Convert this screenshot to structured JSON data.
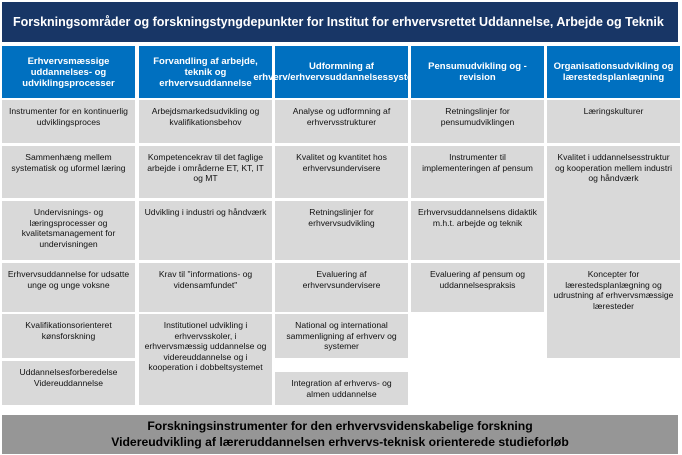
{
  "title": "Forskningsområder og forskningstyngdepunkter for Institut for erhvervsrettet Uddannelse, Arbejde og Teknik",
  "columns": [
    {
      "heading": "Erhvervsmæssige uddannelses- og udviklingsprocesser",
      "items": [
        "Instrumenter for en kontinuerlig udviklingsproces",
        "Sammenhæng mellem systematisk og uformel læring",
        "Undervisnings- og læringsprocesser og kvalitetsmanagement for undervisningen",
        "Erhvervsuddannelse for udsatte unge og unge voksne",
        "Kvalifikationsorienteret kønsforskning",
        "Uddannelsesforberedelse Videreuddannelse"
      ]
    },
    {
      "heading": "Forvandling af arbejde, teknik og erhvervsuddannelse",
      "items": [
        "Arbejdsmarkedsudvikling og kvalifikationsbehov",
        "Kompetencekrav til det faglige arbejde i områderne ET, KT, IT og MT",
        "Udvikling i industri og håndværk",
        "Krav til \"informations- og vidensamfundet\"",
        "Institutionel udvikling i erhvervsskoler, i erhvervsmæssig uddannelse og videreuddannelse og i kooperation i dobbeltsystemet"
      ]
    },
    {
      "heading": "Udformning af erhverv/erhvervsuddannelsessystemer",
      "items": [
        "Analyse og udformning af erhvervsstrukturer",
        "Kvalitet og kvantitet hos erhvervsundervisere",
        "Retningslinjer for erhvervsudvikling",
        "Evaluering af erhvervsundervisere",
        "National og international sammenligning af erhverv og systemer",
        "Integration af erhvervs- og almen uddannelse"
      ]
    },
    {
      "heading": "Pensumudvikling og -revision",
      "items": [
        "Retningslinjer for pensumudviklingen",
        "Instrumenter til implementeringen af pensum",
        "Erhvervsuddannelsens didaktik m.h.t. arbejde og teknik",
        "Evaluering af pensum og uddannelsespraksis"
      ]
    },
    {
      "heading": "Organisationsudvikling og lærestedsplanlægning",
      "items": [
        "Læringskulturer",
        "Kvalitet i uddannelsesstruktur og kooperation mellem industri og håndværk",
        "Koncepter for lærestedsplanlægning og udrustning af erhvervsmæssige læresteder"
      ]
    }
  ],
  "footer": {
    "line1": "Forskningsinstrumenter for den erhvervsvidenskabelige forskning",
    "line2": "Videreudvikling af læreruddannelsen erhvervs-teknisk orienterede studieforløb"
  }
}
